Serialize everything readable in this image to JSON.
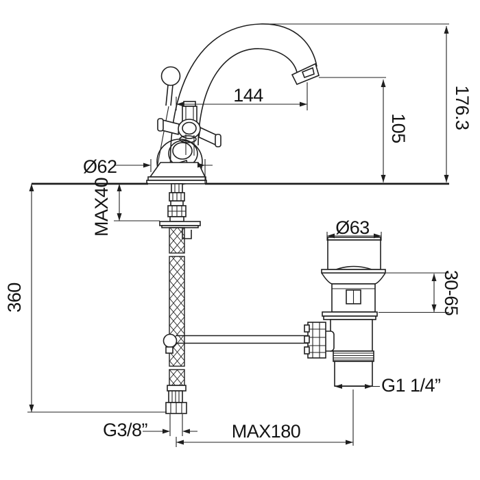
{
  "drawing": {
    "type": "technical-dimension-drawing",
    "subject": "single-hole basin faucet with cross handle, flexible supply hose and pop-up waste drain",
    "background_color": "#ffffff",
    "line_color": "#1f1f1f",
    "labels": {
      "spout_reach": "144",
      "spout_outlet_height": "105",
      "total_height": "176.3",
      "body_base_diameter": "Ø62",
      "max_deck_thickness": "MAX40",
      "supply_hose_length": "360",
      "supply_thread": "G3/8”",
      "max_drain_offset": "MAX180",
      "drain_flange_diameter": "Ø63",
      "drain_height_range": "30-65",
      "drain_thread": "G1 1/4”"
    }
  }
}
